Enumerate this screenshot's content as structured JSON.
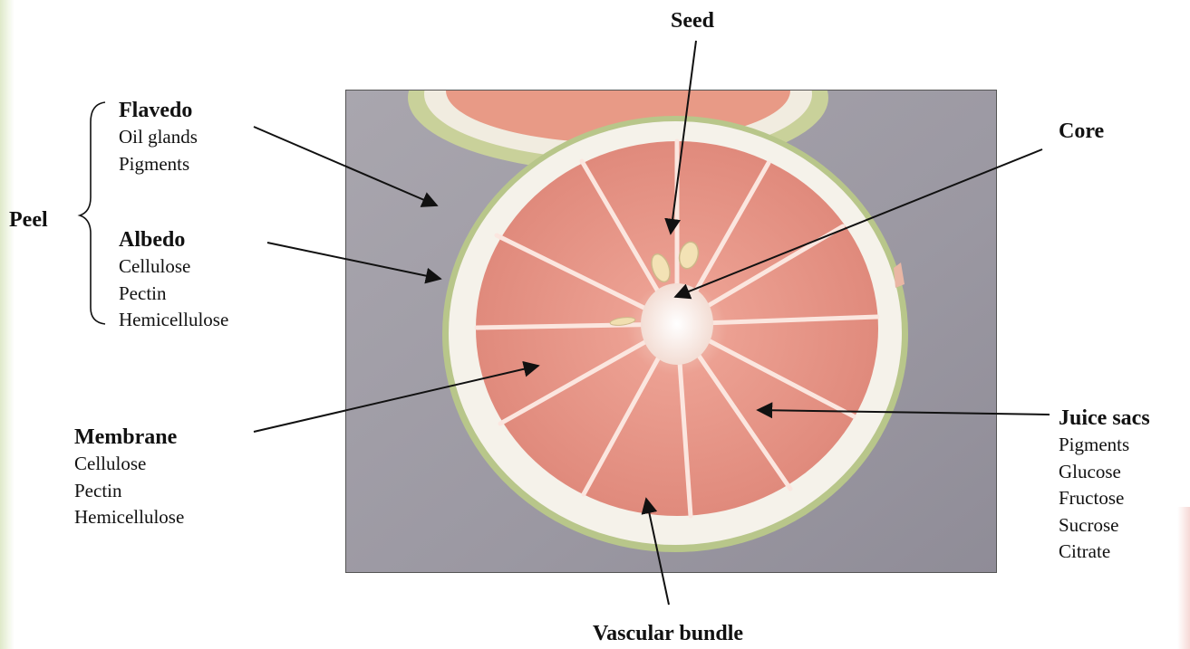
{
  "labels": {
    "seed": {
      "title": "Seed"
    },
    "core": {
      "title": "Core"
    },
    "peel": {
      "title": "Peel"
    },
    "flavedo": {
      "title": "Flavedo",
      "items": [
        "Oil glands",
        "Pigments"
      ]
    },
    "albedo": {
      "title": "Albedo",
      "items": [
        "Cellulose",
        "Pectin",
        "Hemicellulose"
      ]
    },
    "membrane": {
      "title": "Membrane",
      "items": [
        "Cellulose",
        "Pectin",
        "Hemicellulose"
      ]
    },
    "juice_sacs": {
      "title": "Juice sacs",
      "items": [
        "Pigments",
        "Glucose",
        "Fructose",
        "Sucrose",
        "Citrate"
      ]
    },
    "vascular_bundle": {
      "title": "Vascular bundle"
    }
  },
  "colors": {
    "pulp": "#e8968a",
    "albedo": "#f4f1e8",
    "flavedo": "#b9c98a",
    "background_photo": "#9e9ca5"
  }
}
